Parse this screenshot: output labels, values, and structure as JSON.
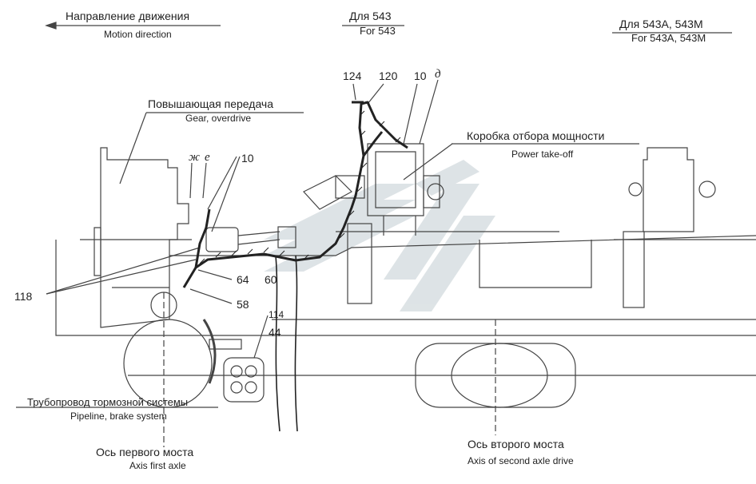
{
  "header": {
    "direction_ru": "Направление движения",
    "direction_en": "Motion direction",
    "for543_ru": "Для 543",
    "for543_en": "For  543",
    "for543am_ru": "Для 543А, 543М",
    "for543am_en": "For 543A, 543M"
  },
  "labels": {
    "overdrive_ru": "Повышающая передача",
    "overdrive_en": "Gear, overdrive",
    "pto_ru": "Коробка отбора мощности",
    "pto_en": "Power take-off",
    "brake_ru": "Трубопровод тормозной системы",
    "brake_en": "Pipeline, brake system",
    "axle1_ru": "Ось первого моста",
    "axle1_en": "Axis first axle",
    "axle2_ru": "Ось второго моста",
    "axle2_en": "Axis of second axle drive"
  },
  "callouts": {
    "c124": "124",
    "c120": "120",
    "c10_top": "10",
    "d": "д",
    "zh": "ж",
    "e": "е",
    "c10_mid": "10",
    "c118": "118",
    "c64": "64",
    "c60": "60",
    "c58": "58",
    "c114": "114",
    "c44": "44"
  },
  "colors": {
    "line": "#444444",
    "cable": "#222222",
    "watermark": "#d6dde0"
  }
}
